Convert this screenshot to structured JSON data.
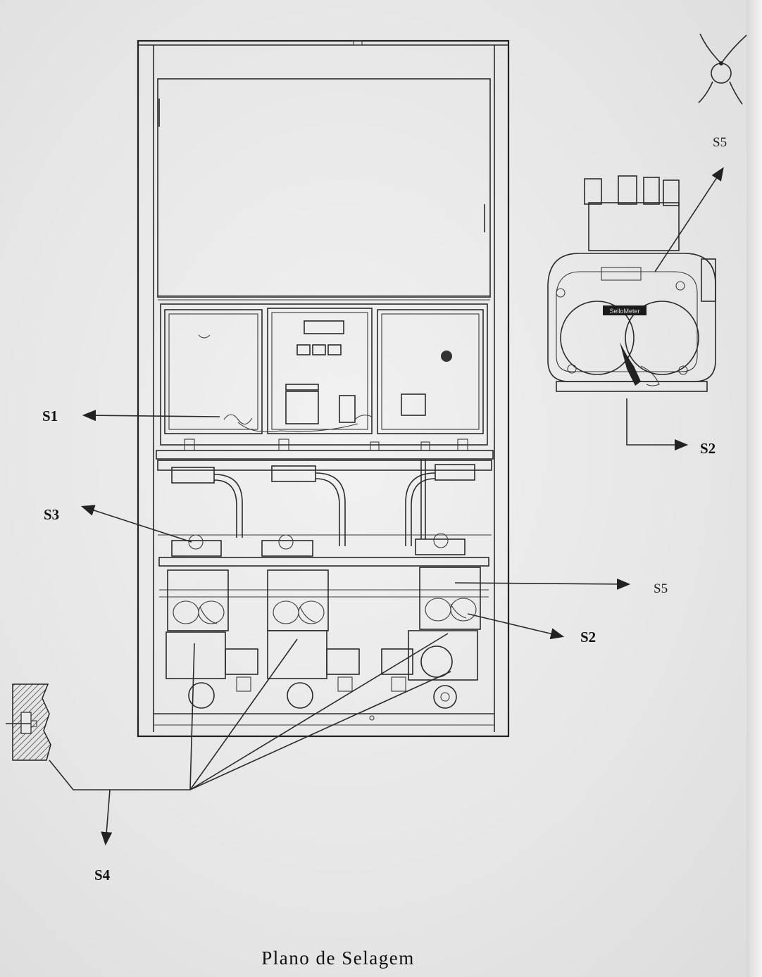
{
  "caption": "Plano de Selagem",
  "labels": {
    "s1": "S1",
    "s2_top": "S2",
    "s2_bottom": "S2",
    "s3": "S3",
    "s4": "S4",
    "s5_top": "S5",
    "s5_mid": "S5"
  },
  "meter_plate": "SelloMeter"
}
